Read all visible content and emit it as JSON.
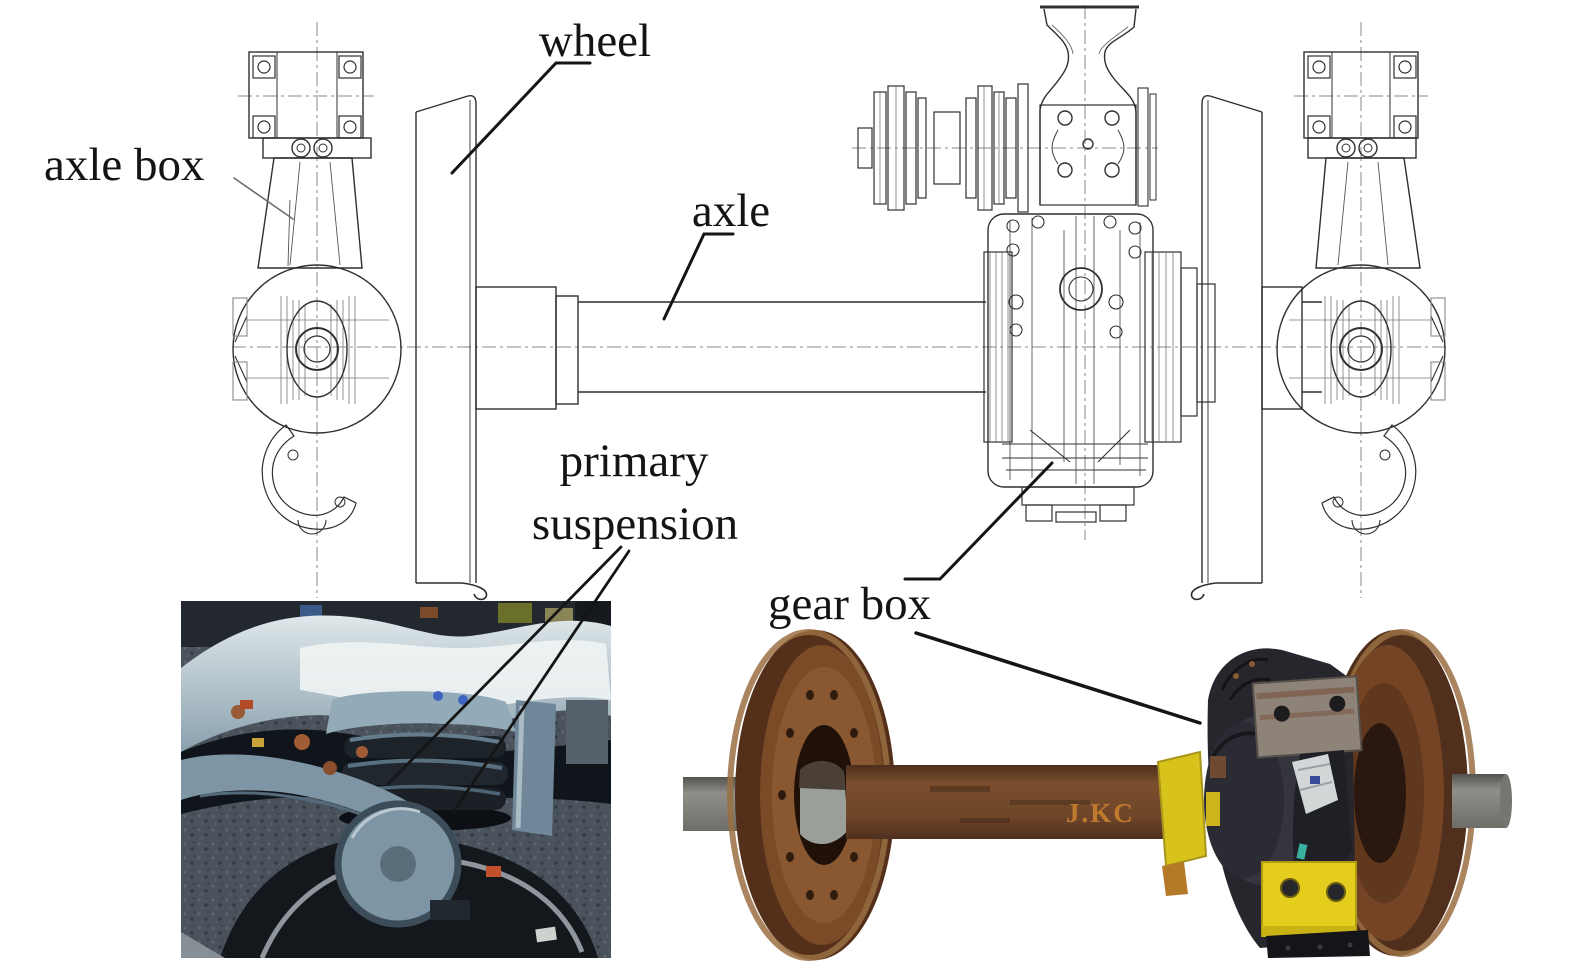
{
  "figure": {
    "labels": {
      "wheel": "wheel",
      "axle_box": "axle box",
      "axle": "axle",
      "primary_line1": "primary",
      "primary_line2": "suspension",
      "gear_box": "gear box"
    },
    "photo_wheelset": {
      "axle_marking": "J.KC"
    },
    "colors": {
      "drawing_line": "#2f2f2f",
      "centerline_grey": "#8a8a8a",
      "label_text": "#141414",
      "wheel_rust_brown": "#7b4a27",
      "axle_brown": "#6f4629",
      "gearbox_dark": "#26262c",
      "yellow_accent": "#e5cd1d",
      "bogie_blue_grey": "#8aa0ae",
      "carpet_grey": "#4a525b",
      "marking_orange": "#c07a2e"
    }
  }
}
